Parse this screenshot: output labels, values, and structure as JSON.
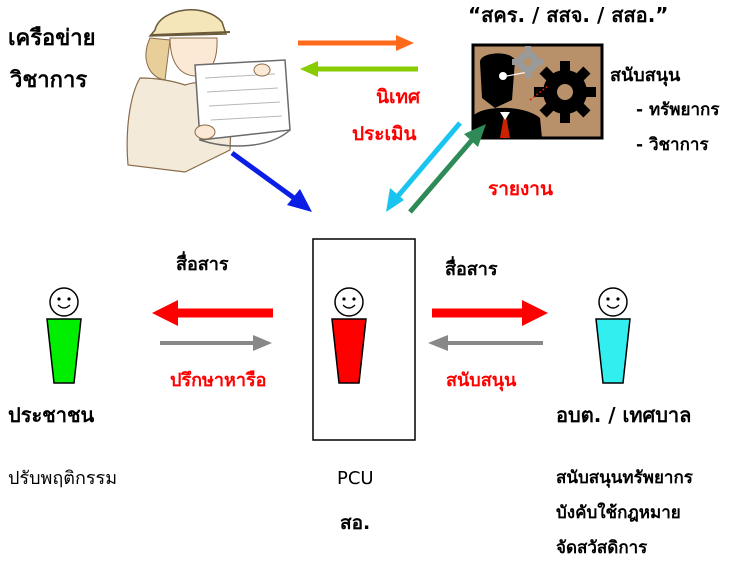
{
  "academic_network": {
    "label_line1": "เครือข่าย",
    "label_line2": "วิชาการ",
    "icon": "engineer-with-blueprint-icon"
  },
  "top_org": {
    "title": "“สคร. / สสจ. / สสอ.”",
    "icon": "gears-and-businessman-icon",
    "support_title": "สนับสนุน",
    "support_items": [
      "- ทรัพยากร",
      "- วิชาการ"
    ]
  },
  "flow_labels": {
    "supervise": "นิเทศ",
    "evaluate": "ประเมิน",
    "report": "รายงาน",
    "communicate_left": "สื่อสาร",
    "communicate_right": "สื่อสาร",
    "consult": "ปรึกษาหารือ",
    "support": "สนับสนุน"
  },
  "public": {
    "name": "ประชาชน",
    "role": "ปรับพฤติกรรม",
    "color": "#00ee00"
  },
  "pcu": {
    "name_line1": "PCU",
    "name_line2": "สอ.",
    "color": "#ff0000"
  },
  "local_gov": {
    "name": "อบต. / เทศบาล",
    "roles": [
      "สนับสนุนทรัพยากร",
      "บังคับใช้กฎหมาย",
      "จัดสวัสดิการ"
    ],
    "color": "#33eeee"
  },
  "colors": {
    "orange_arrow": "#ff6a1a",
    "green_arrow": "#88cc00",
    "blue_arrow": "#0a1ee6",
    "cyan_arrow": "#19c5f0",
    "teal_arrow": "#2e8b57",
    "red_arrow": "#ff0000",
    "gray_arrow": "#888888",
    "label_red": "#ff0000"
  }
}
